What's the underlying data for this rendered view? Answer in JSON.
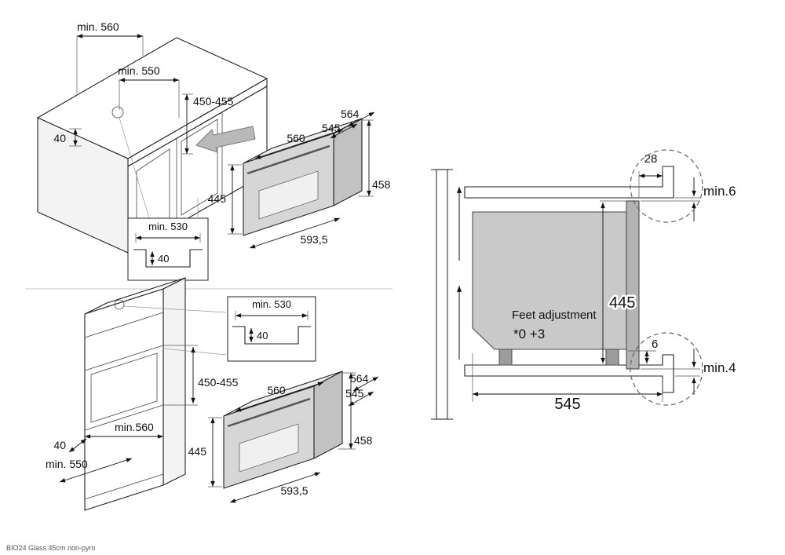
{
  "footer": {
    "product_label": "BIO24 Glass 45cm non-pyro"
  },
  "top_left": {
    "worktop_depth": "min. 560",
    "cabinet_depth": "min. 550",
    "niche_height": "450-455",
    "worktop_gap": "40",
    "inset": {
      "niche_width": "min. 530",
      "recess_depth": "40"
    },
    "oven": {
      "depth_with_door": "564",
      "depth_body": "545",
      "width_top": "560",
      "height_body": "445",
      "height_front": "458",
      "width_front": "593,5"
    }
  },
  "bottom_left": {
    "inset": {
      "niche_width": "min. 530",
      "recess_depth": "40"
    },
    "niche_height": "450-455",
    "niche_width": "min.560",
    "base_gap": "40",
    "cabinet_depth": "min. 550",
    "oven": {
      "depth_with_door": "564",
      "depth_body": "545",
      "width_top": "560",
      "height_body": "445",
      "height_front": "458",
      "width_front": "593,5"
    }
  },
  "right": {
    "front_gap": "28",
    "top_clearance": "min.6",
    "oven_height": "445",
    "feet_adjustment_label": "Feet adjustment",
    "feet_adjustment_range": "*0 +3",
    "bottom_gap": "6",
    "bottom_clearance": "min.4",
    "niche_depth": "545"
  }
}
